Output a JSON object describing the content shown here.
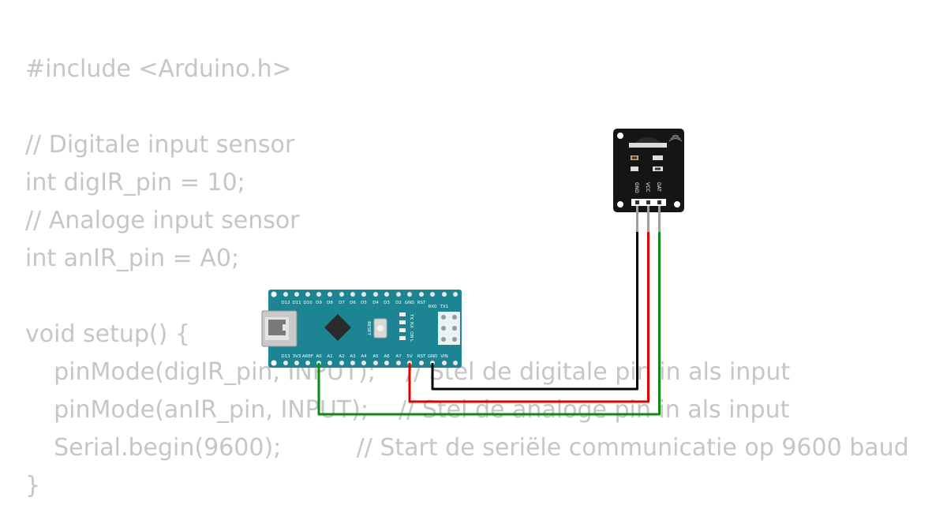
{
  "code": {
    "lines": [
      "#include <Arduino.h>",
      "",
      "// Digitale input sensor",
      "int digIR_pin = 10;",
      "// Analoge input sensor",
      "int anIR_pin = A0;",
      "",
      "void setup() {",
      "  pinMode(digIR_pin, INPUT);    // Stel de digitale pin in als input",
      "  pinMode(anIR_pin, INPUT);    // Stel de analoge pin in als input",
      "  Serial.begin(9600);          // Start de seriële communicatie op 9600 baud",
      "}"
    ]
  },
  "arduino": {
    "top_pins": [
      "D12",
      "D11",
      "D10",
      "D9",
      "D8",
      "D7",
      "D6",
      "D5",
      "D4",
      "D3",
      "D2"
    ],
    "top_right_pins": [
      "GND",
      "RST"
    ],
    "serial_pins": [
      "RX0",
      "TX1"
    ],
    "bottom_pins": [
      "D13",
      "3V3",
      "AREF",
      "A0",
      "A1",
      "A2",
      "A3",
      "A4",
      "A5",
      "A6",
      "A7"
    ],
    "bottom_right_pins": [
      "5V",
      "RST",
      "GND",
      "VIN"
    ],
    "reset_label": "RESET",
    "led_labels": [
      "TX",
      "RX",
      "ON",
      "L"
    ]
  },
  "sensor": {
    "pins": [
      "GND",
      "VCC",
      "DAT"
    ]
  },
  "colors": {
    "board": "#1c8493",
    "sensor_board": "#151515",
    "wire_gnd": "#000000",
    "wire_vcc": "#e00000",
    "wire_signal": "#0d8a12",
    "code_text": "#c6c6c6"
  }
}
